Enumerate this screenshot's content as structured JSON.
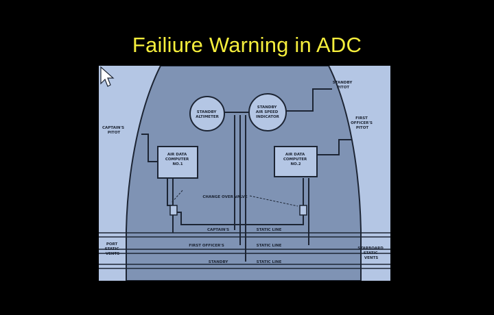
{
  "slide": {
    "title": "Failiure Warning in ADC"
  },
  "diagram": {
    "labels": {
      "standby_pitot": [
        "STANDBY",
        "PITOT"
      ],
      "captains_pitot": [
        "CAPTAIN'S",
        "PITOT"
      ],
      "first_officers_pitot": [
        "FIRST",
        "OFFICER'S",
        "PITOT"
      ],
      "standby_altimeter": [
        "STANDBY",
        "ALTIMETER"
      ],
      "standby_airspeed_indicator": [
        "STANDBY",
        "AIR SPEED",
        "INDICATOR"
      ],
      "adc_1": [
        "AIR DATA",
        "COMPUTER",
        "NO.1"
      ],
      "adc_2": [
        "AIR DATA",
        "COMPUTER",
        "NO.2"
      ],
      "changeover_valve": "CHANGE OVER VALVE",
      "captains_static_line": [
        "CAPTAIN'S",
        "STATIC LINE"
      ],
      "first_officers_static_line": [
        "FIRST OFFICER'S",
        "STATIC LINE"
      ],
      "standby_static_line": [
        "STANDBY",
        "STATIC LINE"
      ],
      "port_static_vents": [
        "PORT",
        "STATIC",
        "VENTS"
      ],
      "starboard_static_vents": [
        "STARBOARD",
        "STATIC",
        "VENTS"
      ]
    }
  }
}
